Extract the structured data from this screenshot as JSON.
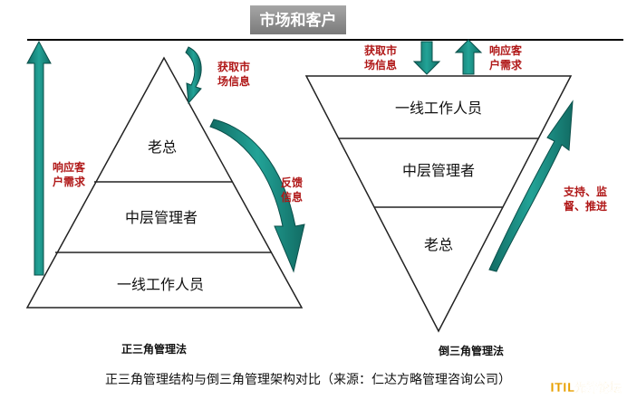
{
  "header": {
    "title": "市场和客户"
  },
  "left_pyramid": {
    "levels": [
      "老总",
      "中层管理者",
      "一线工作人员"
    ],
    "caption": "正三角管理法",
    "labels": {
      "respond_line1": "响应客",
      "respond_line2": "户需求",
      "gather_line1": "获取市",
      "gather_line2": "场信息",
      "feedback_line1": "反馈",
      "feedback_line2": "信息"
    }
  },
  "right_pyramid": {
    "levels": [
      "一线工作人员",
      "中层管理者",
      "老总"
    ],
    "caption": "倒三角管理法",
    "labels": {
      "gather_line1": "获取市",
      "gather_line2": "场信息",
      "respond_line1": "响应客",
      "respond_line2": "户需求",
      "support_line1": "支持、监",
      "support_line2": "督、推进"
    }
  },
  "footer": {
    "caption": "正三角管理结构与倒三角管理架构对比（来源：仁达方略管理咨询公司）",
    "watermark": "ITIL先锋论坛"
  },
  "colors": {
    "arrow_fill": "#1a8f86",
    "arrow_stroke": "#0b4f4a",
    "label_red": "#b01818",
    "header_bg": "#8c8c8c",
    "watermark": "#e8a000"
  }
}
